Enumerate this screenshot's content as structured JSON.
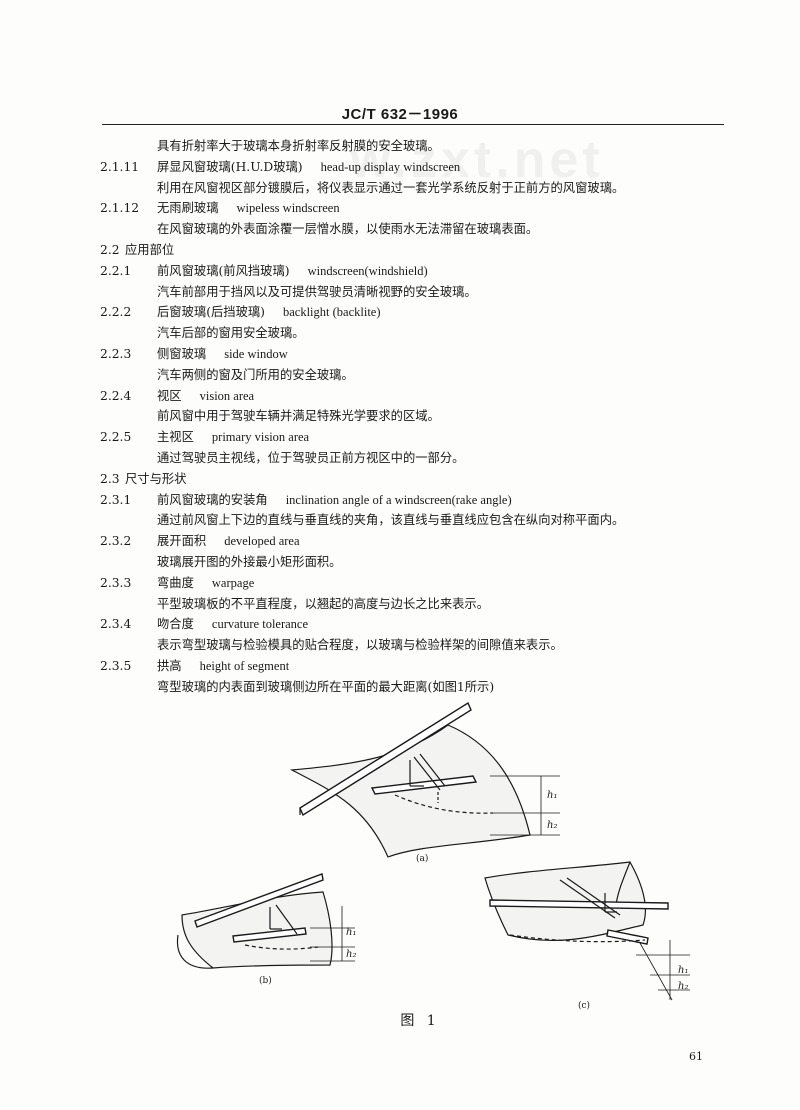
{
  "header": "JC/T 632－1996",
  "watermark": "w.zxt.net",
  "lines": [
    {
      "type": "body",
      "text": "具有折射率大于玻璃本身折射率反射膜的安全玻璃。"
    },
    {
      "type": "heading",
      "num": "2.1.11",
      "title": "屏显风窗玻璃(H.U.D玻璃)",
      "en": "head-up display windscreen"
    },
    {
      "type": "body",
      "text": "利用在风窗视区部分镀膜后，将仪表显示通过一套光学系统反射于正前方的风窗玻璃。"
    },
    {
      "type": "heading",
      "num": "2.1.12",
      "title": "无雨刷玻璃",
      "en": "wipeless windscreen"
    },
    {
      "type": "body",
      "text": "在风窗玻璃的外表面涂覆一层憎水膜，以使雨水无法滞留在玻璃表面。"
    },
    {
      "type": "section",
      "num": "2.2",
      "title": "应用部位"
    },
    {
      "type": "heading",
      "num": "2.2.1",
      "title": "前风窗玻璃(前风挡玻璃)",
      "en": "windscreen(windshield)"
    },
    {
      "type": "body",
      "text": "汽车前部用于挡风以及可提供驾驶员清晰视野的安全玻璃。"
    },
    {
      "type": "heading",
      "num": "2.2.2",
      "title": "后窗玻璃(后挡玻璃)",
      "en": "backlight (backlite)"
    },
    {
      "type": "body",
      "text": "汽车后部的窗用安全玻璃。"
    },
    {
      "type": "heading",
      "num": "2.2.3",
      "title": "侧窗玻璃",
      "en": "side window"
    },
    {
      "type": "body",
      "text": "汽车两侧的窗及门所用的安全玻璃。"
    },
    {
      "type": "heading",
      "num": "2.2.4",
      "title": "视区",
      "en": "vision area"
    },
    {
      "type": "body",
      "text": "前风窗中用于驾驶车辆并满足特殊光学要求的区域。"
    },
    {
      "type": "heading",
      "num": "2.2.5",
      "title": "主视区",
      "en": "primary vision area"
    },
    {
      "type": "body",
      "text": "通过驾驶员主视线，位于驾驶员正前方视区中的一部分。"
    },
    {
      "type": "section",
      "num": "2.3",
      "title": "尺寸与形状"
    },
    {
      "type": "heading",
      "num": "2.3.1",
      "title": "前风窗玻璃的安装角",
      "en": "inclination angle of a windscreen(rake angle)"
    },
    {
      "type": "body",
      "text": "通过前风窗上下边的直线与垂直线的夹角，该直线与垂直线应包含在纵向对称平面内。"
    },
    {
      "type": "heading",
      "num": "2.3.2",
      "title": "展开面积",
      "en": "developed area"
    },
    {
      "type": "body",
      "text": "玻璃展开图的外接最小矩形面积。"
    },
    {
      "type": "heading",
      "num": "2.3.3",
      "title": "弯曲度",
      "en": "warpage"
    },
    {
      "type": "body",
      "text": "平型玻璃板的不平直程度，以翘起的高度与边长之比来表示。"
    },
    {
      "type": "heading",
      "num": "2.3.4",
      "title": "吻合度",
      "en": "curvature tolerance"
    },
    {
      "type": "body",
      "text": "表示弯型玻璃与检验模具的贴合程度，以玻璃与检验样架的间隙值来表示。"
    },
    {
      "type": "heading",
      "num": "2.3.5",
      "title": "拱高",
      "en": "height of segment"
    },
    {
      "type": "body",
      "text": "弯型玻璃的内表面到玻璃侧边所在平面的最大距离(如图1所示)"
    }
  ],
  "figure": {
    "caption": "图 1",
    "labels": {
      "a": "(a)",
      "b": "(b)",
      "c": "(c)",
      "h1": "h₁",
      "h2": "h₂"
    }
  },
  "page_number": "61"
}
